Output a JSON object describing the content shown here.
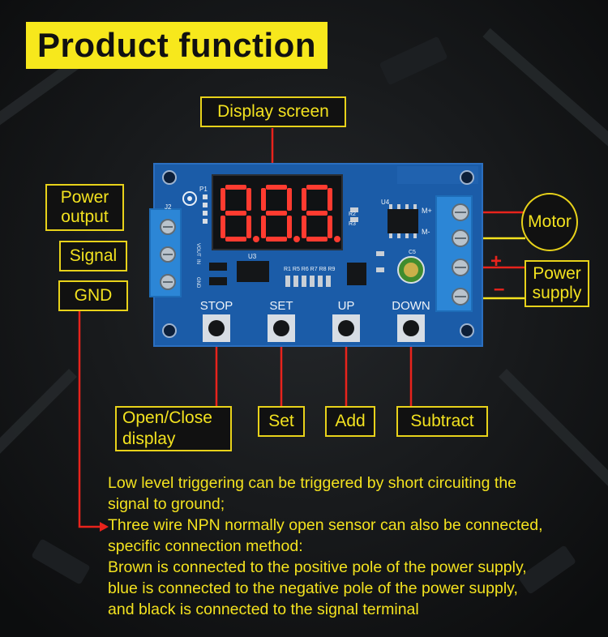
{
  "title": "Product function",
  "labels": {
    "display_screen": "Display screen",
    "power_output": "Power\noutput",
    "signal": "Signal",
    "gnd": "GND",
    "motor": "Motor",
    "power_supply": "Power\nsupply",
    "open_close_display": "Open/Close\ndisplay",
    "set": "Set",
    "add": "Add",
    "subtract": "Subtract"
  },
  "board": {
    "display_digits": "8.8.8.",
    "buttons": [
      "STOP",
      "SET",
      "UP",
      "DOWN"
    ],
    "silkscreen": {
      "p1": "P1",
      "j2": "J2",
      "u3": "U3",
      "u4": "U4",
      "m_plus": "M+",
      "m_minus": "M-",
      "vout": "VOUT",
      "in": "IN",
      "gnd": "GND",
      "resistors": "R1  R5 R6 R7 R8 R9",
      "r2": "R2",
      "r3": "R3",
      "c5": "C5"
    }
  },
  "signs": {
    "plus": "+",
    "minus": "–"
  },
  "notes": "Low level triggering can be triggered by short circuiting the\nsignal to ground;\nThree wire NPN normally open sensor can also be connected,\nspecific connection method:\nBrown is connected to the positive pole of the power supply,\nblue is connected to the negative pole of the power supply,\nand black is connected to the signal terminal",
  "colors": {
    "title_bg": "#f7e81c",
    "label_text": "#f3e21f",
    "pcb_blue": "#1b5ca8",
    "terminal_blue": "#2c86d6",
    "wire_red": "#e8231c",
    "wire_yellow": "#f3e21f",
    "led_red": "#ff3b30"
  }
}
